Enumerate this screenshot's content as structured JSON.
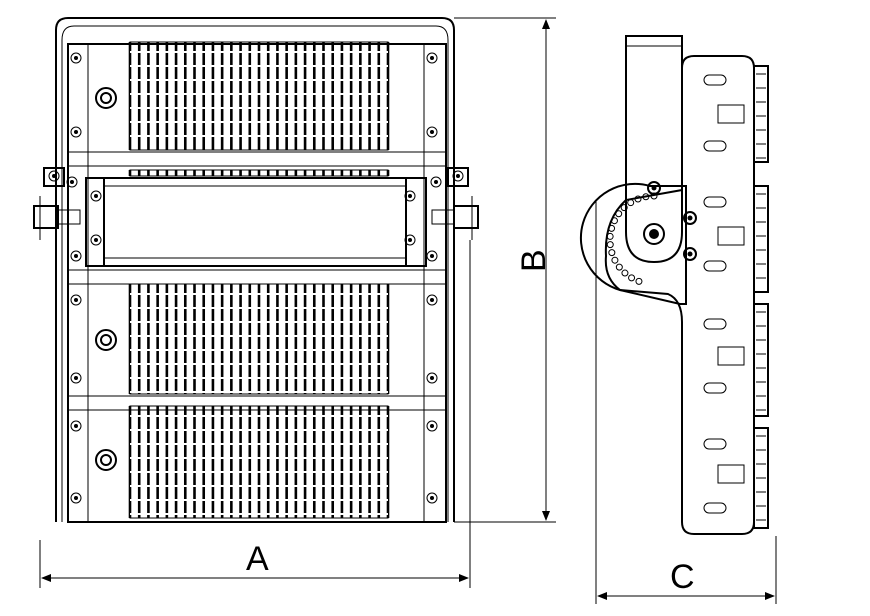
{
  "dimensions": {
    "width_label": "A",
    "height_label": "B",
    "depth_label": "C"
  },
  "front_view": {
    "heatsink_modules": 3,
    "fins_per_module": 28
  },
  "side_view": {
    "adjustment_holes": 16,
    "slots": 12
  }
}
